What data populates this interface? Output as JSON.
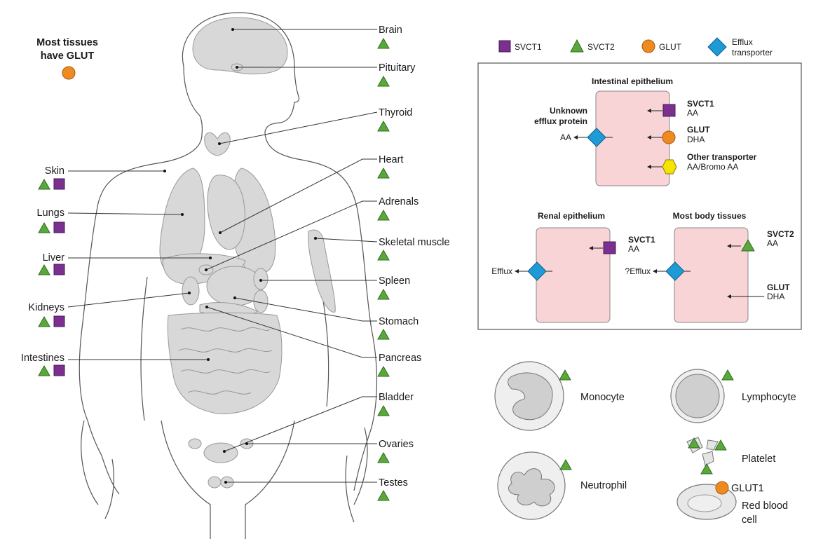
{
  "legend": {
    "svct1": "SVCT1",
    "svct2": "SVCT2",
    "glut": "GLUT",
    "efflux_line1": "Efflux",
    "efflux_line2": "transporter"
  },
  "left_note": {
    "line1": "Most tissues",
    "line2": "have GLUT"
  },
  "organs_left": [
    {
      "label": "Skin",
      "transporters": [
        "SVCT2",
        "SVCT1"
      ]
    },
    {
      "label": "Lungs",
      "transporters": [
        "SVCT2",
        "SVCT1"
      ]
    },
    {
      "label": "Liver",
      "transporters": [
        "SVCT2",
        "SVCT1"
      ]
    },
    {
      "label": "Kidneys",
      "transporters": [
        "SVCT2",
        "SVCT1"
      ]
    },
    {
      "label": "Intestines",
      "transporters": [
        "SVCT2",
        "SVCT1"
      ]
    }
  ],
  "organs_right": [
    {
      "label": "Brain",
      "transporters": [
        "SVCT2"
      ]
    },
    {
      "label": "Pituitary",
      "transporters": [
        "SVCT2"
      ]
    },
    {
      "label": "Thyroid",
      "transporters": [
        "SVCT2"
      ]
    },
    {
      "label": "Heart",
      "transporters": [
        "SVCT2"
      ]
    },
    {
      "label": "Adrenals",
      "transporters": [
        "SVCT2"
      ]
    },
    {
      "label": "Skeletal muscle",
      "transporters": [
        "SVCT2"
      ]
    },
    {
      "label": "Spleen",
      "transporters": [
        "SVCT2"
      ]
    },
    {
      "label": "Stomach",
      "transporters": [
        "SVCT2"
      ]
    },
    {
      "label": "Pancreas",
      "transporters": [
        "SVCT2"
      ]
    },
    {
      "label": "Bladder",
      "transporters": [
        "SVCT2"
      ]
    },
    {
      "label": "Ovaries",
      "transporters": [
        "SVCT2"
      ]
    },
    {
      "label": "Testes",
      "transporters": [
        "SVCT2"
      ]
    }
  ],
  "intestinal": {
    "title": "Intestinal epithelium",
    "efflux_l1": "Unknown",
    "efflux_l2": "efflux protein",
    "efflux_sub": "AA",
    "t1_name": "SVCT1",
    "t1_sub": "AA",
    "t2_name": "GLUT",
    "t2_sub": "DHA",
    "t3_name": "Other transporter",
    "t3_sub": "AA/Bromo AA"
  },
  "renal": {
    "title": "Renal epithelium",
    "t1_name": "SVCT1",
    "t1_sub": "AA",
    "efflux": "Efflux"
  },
  "body": {
    "title": "Most body tissues",
    "t1_name": "SVCT2",
    "t1_sub": "AA",
    "t2_name": "GLUT",
    "t2_sub": "DHA",
    "efflux": "?Efflux"
  },
  "cells": {
    "monocyte": "Monocyte",
    "lymphocyte": "Lymphocyte",
    "neutrophil": "Neutrophil",
    "platelet": "Platelet",
    "glut1": "GLUT1",
    "rbc_l1": "Red blood",
    "rbc_l2": "cell"
  },
  "colors": {
    "svct1": "#7b2f8e",
    "svct2": "#5aa83c",
    "glut": "#ee8a1f",
    "efflux": "#1e9ad6",
    "other": "#f6e400",
    "cell_fill": "#f9d4d6",
    "organ_fill": "#d8d8d8"
  }
}
